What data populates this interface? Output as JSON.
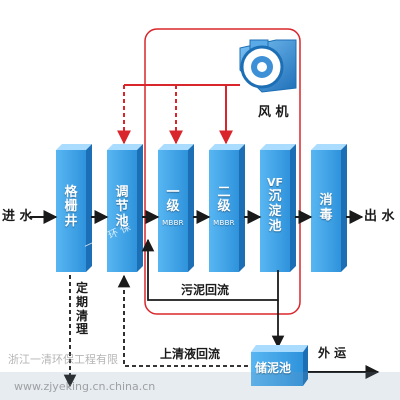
{
  "colors": {
    "box_front": "#3ba0e6",
    "box_top": "#a9dcff",
    "box_side": "#1d6fb5",
    "accent_red": "#d9262c",
    "flow_black": "#1a1a1a",
    "blower": "#3d90d6"
  },
  "icons": {
    "blower": "blower-fan-icon"
  },
  "labels": {
    "inlet": "进 水",
    "outlet": "出 水",
    "blower": "风 机",
    "sludge_return": "污泥回流",
    "supernatant_return": "上清液回流",
    "periodic_cleaning": [
      "定",
      "期",
      "清",
      "理"
    ],
    "transport_out": "外 运"
  },
  "units": [
    {
      "id": "grille-well",
      "chars": [
        "格",
        "栅",
        "井"
      ],
      "sub": ""
    },
    {
      "id": "regulating-tank",
      "chars": [
        "调",
        "节",
        "池"
      ],
      "sub": ""
    },
    {
      "id": "stage-1-mbbr",
      "chars": [
        "一",
        "级"
      ],
      "sub": "MBBR"
    },
    {
      "id": "stage-2-mbbr",
      "chars": [
        "二",
        "级"
      ],
      "sub": "MBBR"
    },
    {
      "id": "vf-settling-tank",
      "chars": [
        "VF",
        "沉",
        "淀",
        "池"
      ],
      "sub": ""
    },
    {
      "id": "disinfection",
      "chars": [
        "消",
        "毒"
      ],
      "sub": ""
    }
  ],
  "sludge_tank": {
    "chars": "储泥池"
  },
  "watermark": {
    "company": "浙江一清环保工程有限",
    "url": "www.zjyeking.cn.china.cn",
    "middle": "一 清 环 保"
  }
}
